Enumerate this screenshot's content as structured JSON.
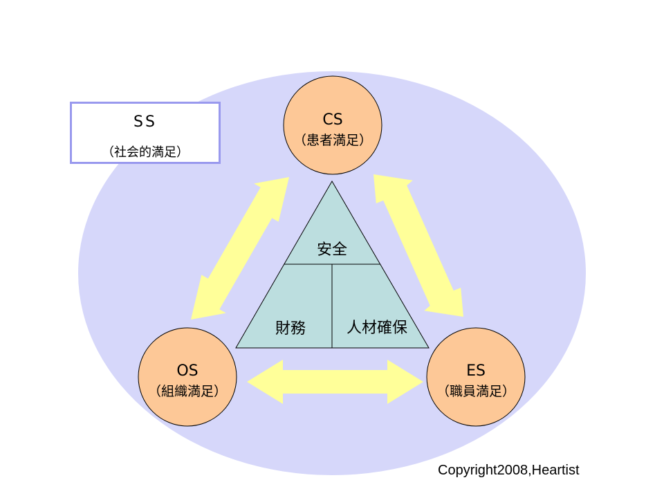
{
  "ss": {
    "title": "SS",
    "subtitle": "（社会的満足）"
  },
  "nodes": {
    "cs": {
      "title": "CS",
      "subtitle": "（患者満足）"
    },
    "os": {
      "title": "OS",
      "subtitle": "（組織満足）"
    },
    "es": {
      "title": "ES",
      "subtitle": "（職員満足）"
    }
  },
  "triangle": {
    "top": "安全",
    "bottom_left": "財務",
    "bottom_right": "人材確保"
  },
  "copyright": "Copyright2008,Heartist",
  "colors": {
    "ellipse": "#d6d7fa",
    "node_fill": "#fdc897",
    "triangle_fill": "#bcdedf",
    "arrow_fill": "#ffff99",
    "ss_border": "#9999ee"
  }
}
